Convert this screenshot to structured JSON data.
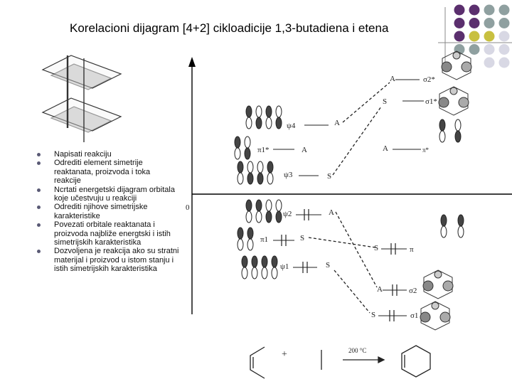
{
  "title": "Korelacioni dijagram [4+2] cikloadicije 1,3-butadiena i etena",
  "bullets": [
    "Napisati reakciju",
    "Odrediti element simetrije reaktanata, proizvoda i toka reakcije",
    "Ncrtati energetski dijagram orbitala koje učestvuju u reakciji",
    "Odrediti njihove simetrijske karakteristike",
    "Povezati orbitale reaktanata i proizvoda najbliže energtski i istih simetrijskih karakteristika",
    "Dozvoljena je reakcija ako su stratni materijal i proizvod u istom stanju i istih simetrijskih karakteristika"
  ],
  "diagram": {
    "zero_label": "0",
    "left_orbitals": [
      {
        "name": "ψ4",
        "sym": "A"
      },
      {
        "name": "π1*",
        "sym": "A"
      },
      {
        "name": "ψ3",
        "sym": "S"
      },
      {
        "name": "ψ2",
        "sym": "A"
      },
      {
        "name": "π1",
        "sym": "S"
      },
      {
        "name": "ψ1",
        "sym": "S"
      }
    ],
    "right_orbitals": [
      {
        "name": "σ2*",
        "sym": "A"
      },
      {
        "name": "σ1*",
        "sym": "S"
      },
      {
        "name": "π*",
        "sym": "A"
      },
      {
        "name": "π",
        "sym": "S"
      },
      {
        "name": "σ2",
        "sym": "A"
      },
      {
        "name": "σ1",
        "sym": "S"
      }
    ],
    "reaction_condition": "200 °C",
    "plus_sign": "+"
  },
  "colors": {
    "purple": "#5b2f6e",
    "gray_teal": "#8fa0a0",
    "olive": "#c8c040",
    "lavender": "#d8d8e4"
  }
}
